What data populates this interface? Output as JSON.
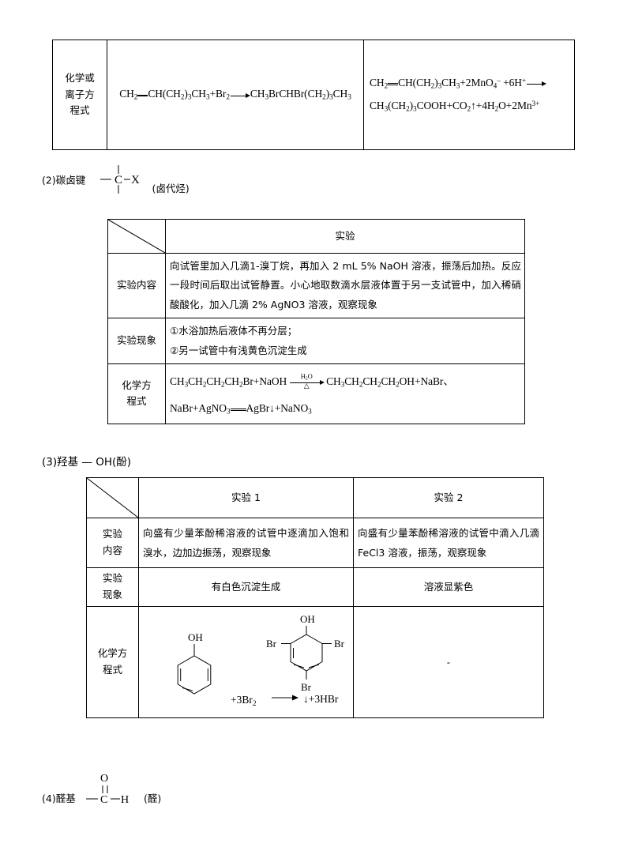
{
  "doc": {
    "page_bg": "#ffffff",
    "ink": "#000000"
  },
  "table1": {
    "row_label": [
      "化学或",
      "离子方",
      "程式"
    ],
    "equation_left": "CH2=CH(CH2)3CH3+Br2 → CH3BrCHBr(CH2)3CH3",
    "equation_right_line1": "CH2=CH(CH2)3CH3+2MnO4- +6H+ →",
    "equation_right_line2": "CH3(CH2)3COOH+CO2↑+4H2O+2Mn3+"
  },
  "section2": {
    "number_label": "(2)碳卤键",
    "group_atom_c": "C",
    "group_atom_x": "X",
    "paren_label": "(卤代烃)"
  },
  "table2": {
    "header_blank": "",
    "header_experiment": "实验",
    "rows": [
      {
        "label": "实验内容",
        "content": "向试管里加入几滴1-溴丁烷，再加入 2 mL 5% NaOH 溶液，振荡后加热。反应一段时间后取出试管静置。小心地取数滴水层液体置于另一支试管中，加入稀硝酸酸化，加入几滴 2% AgNO3 溶液，观察现象"
      },
      {
        "label": "实验现象",
        "line1": "①水浴加热后液体不再分层；",
        "line2": "②另一试管中有浅黄色沉淀生成"
      },
      {
        "label_l1": "化学方",
        "label_l2": "程式",
        "eq_line1_left": "CH3CH2CH2CH2Br+NaOH",
        "eq_cond_above": "H2O",
        "eq_cond_below": "△",
        "eq_line1_right": "CH3CH2CH2CH2OH+NaBr、",
        "eq_line2": "NaBr+AgNO3 == AgBr↓+NaNO3"
      }
    ]
  },
  "section3": {
    "label": "(3)羟基 — OH(酚)"
  },
  "table3": {
    "header_blank": "",
    "header_cols": [
      "实验 1",
      "实验 2"
    ],
    "rows": [
      {
        "label_l1": "实验",
        "label_l2": "内容",
        "col1": "向盛有少量苯酚稀溶液的试管中逐滴加入饱和溴水，边加边振荡，观察现象",
        "col2": "向盛有少量苯酚稀溶液的试管中滴入几滴 FeCl3 溶液，振荡，观察现象"
      },
      {
        "label_l1": "实验",
        "label_l2": "现象",
        "col1": "有白色沉淀生成",
        "col2": "溶液显紫色"
      },
      {
        "label_l1": "化学方",
        "label_l2": "程式",
        "reaction": {
          "reactant_substituent": "OH",
          "reagent": "+3Br2",
          "product_substituent": "OH",
          "product_br_left": "Br",
          "product_br_right": "Br",
          "product_br_bottom": "Br",
          "byproduct": "↓+3HBr"
        },
        "col2": "-"
      }
    ]
  },
  "section4": {
    "number_label": "(4)醛基",
    "atom_o": "O",
    "atom_c": "C",
    "atom_h": "H",
    "paren_label": "(醛)"
  }
}
